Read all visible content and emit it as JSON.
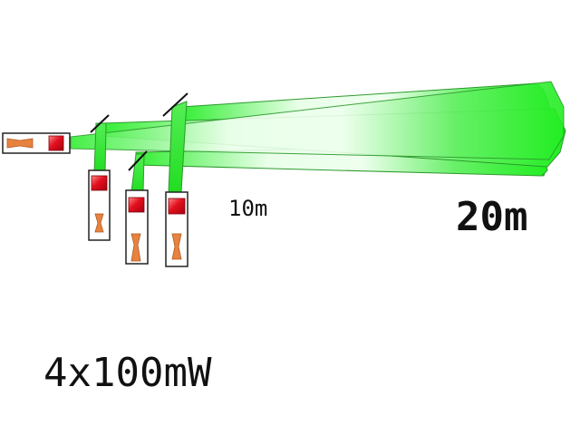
{
  "labels": {
    "short_distance": "10m",
    "long_distance": "20m",
    "power": "4x100mW"
  },
  "colors": {
    "beam_green": "#22ee22",
    "beam_light": "#eaffea",
    "beam_edge": "#2c9a2c",
    "laser_red": "#e3101e",
    "lens_orange": "#e8823f",
    "housing_stroke": "#222222",
    "mirror": "#111111"
  },
  "components": {
    "laser_count": 4,
    "mirror_count": 3
  }
}
